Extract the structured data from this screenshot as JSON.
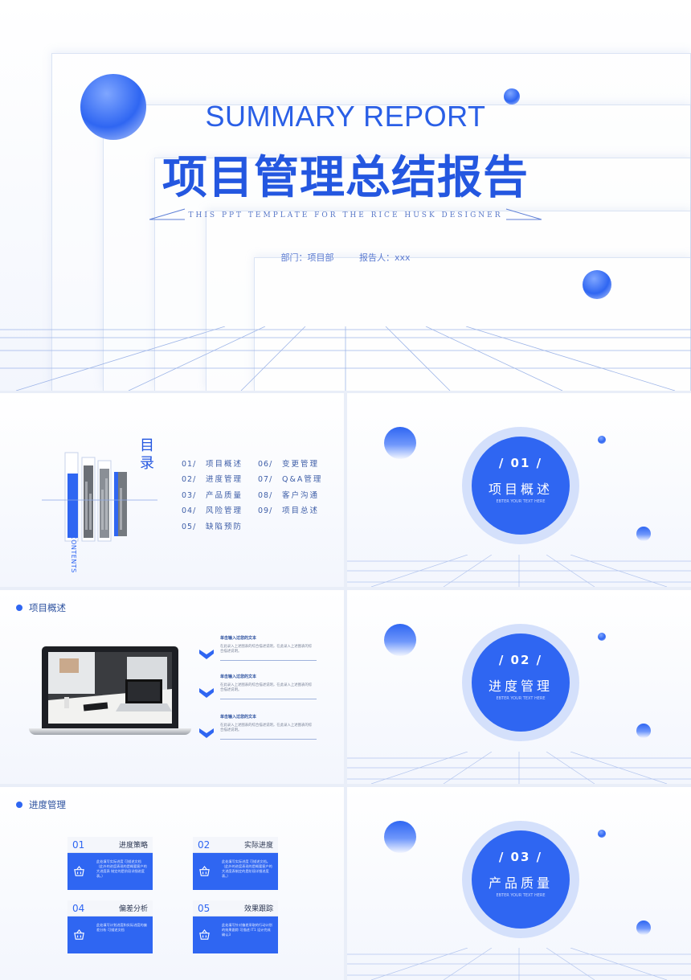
{
  "cover": {
    "en_title": "SUMMARY REPORT",
    "cn_title": "项目管理总结报告",
    "tagline": "THIS PPT TEMPLATE FOR THE RICE HUSK DESIGNER",
    "department": "部门：项目部",
    "reporter": "报告人：xxx"
  },
  "toc": {
    "heading": "目录",
    "contents_label": "CONTENTS",
    "left": [
      {
        "num": "01/",
        "label": "项目概述"
      },
      {
        "num": "02/",
        "label": "进度管理"
      },
      {
        "num": "03/",
        "label": "产品质量"
      },
      {
        "num": "04/",
        "label": "风险管理"
      },
      {
        "num": "05/",
        "label": "缺陷预防"
      }
    ],
    "right": [
      {
        "num": "06/",
        "label": "变更管理"
      },
      {
        "num": "07/",
        "label": "Q&A管理"
      },
      {
        "num": "08/",
        "label": "客户沟通"
      },
      {
        "num": "09/",
        "label": "项目总述"
      }
    ]
  },
  "sections": [
    {
      "num": "/ 01 /",
      "title": "项目概述",
      "sub": "EBTER YOUR TEXT HERE"
    },
    {
      "num": "/ 02 /",
      "title": "进度管理",
      "sub": "EBTER YOUR TEXT HERE"
    },
    {
      "num": "/ 03 /",
      "title": "产品质量",
      "sub": "EBTER YOUR TEXT HERE"
    }
  ],
  "overview": {
    "title": "项目概述",
    "items": [
      {
        "heading": "单击输入过您的文本",
        "body": "在此录入上述图表的综合描述说明，在此录入上述图表的综合描述说明。"
      },
      {
        "heading": "单击输入过您的文本",
        "body": "在此录入上述图表的综合描述说明，在此录入上述图表的综合描述说明。"
      },
      {
        "heading": "单击输入过您的文本",
        "body": "在此录入上述图表的综合描述说明，在此录入上述图表的综合描述说明。"
      }
    ]
  },
  "progress": {
    "title": "进度管理",
    "cards": [
      {
        "num": "01",
        "title": "进度策略",
        "body": "此处填写实际进度 可描述文档（此外的进度表现的是概要客户的大进度表 制定的是阶段详细进度表。）"
      },
      {
        "num": "02",
        "title": "实际进度",
        "body": "此处填写实际进度 可描述文档。（此外的进度表现的是概要客户的大进度表制定的是阶段详细进度表。）"
      },
      {
        "num": "04",
        "title": "偏差分析",
        "body": "此处填写计划进度和实际进度的偏差分析 可描述文档"
      },
      {
        "num": "05",
        "title": "效果跟踪",
        "body": "此处填写针对偏差采取的行动计划的效果跟踪 可描述 IT1 设计完成确认3"
      }
    ]
  },
  "colors": {
    "accent": "#2f66f2",
    "text_dark": "#2a4f9e"
  },
  "icons": [
    "chevron-down-icon",
    "basket-icon"
  ]
}
